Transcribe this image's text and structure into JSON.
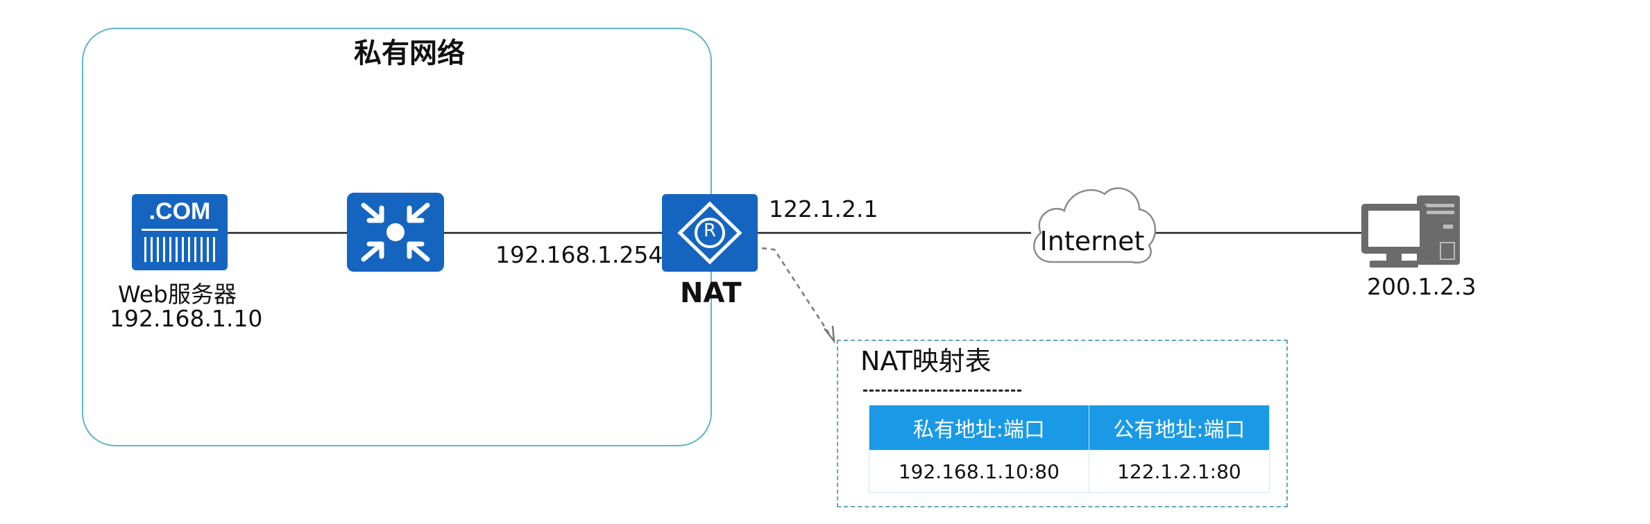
{
  "private_network": {
    "title": "私有网络"
  },
  "web_server": {
    "icon_text": ".COM",
    "name": "Web服务器",
    "ip": "192.168.1.10",
    "icon": "web-server-icon"
  },
  "switch": {
    "icon": "switch-icon"
  },
  "router": {
    "icon": "router-icon",
    "icon_letter": "R",
    "label": "NAT",
    "inside_ip": "192.168.1.254",
    "outside_ip": "122.1.2.1"
  },
  "internet": {
    "label": "Internet",
    "icon": "cloud-icon"
  },
  "remote_host": {
    "ip": "200.1.2.3",
    "icon": "pc-icon"
  },
  "nat_table": {
    "title": "NAT映射表",
    "dashes": "-------------",
    "headers": [
      "私有地址:端口",
      "公有地址:端口"
    ],
    "rows": [
      [
        "192.168.1.10:80",
        "122.1.2.1:80"
      ]
    ]
  },
  "colors": {
    "device_blue": "#1565c0",
    "table_header": "#1a9ae6",
    "frame": "#5fb6c9"
  }
}
